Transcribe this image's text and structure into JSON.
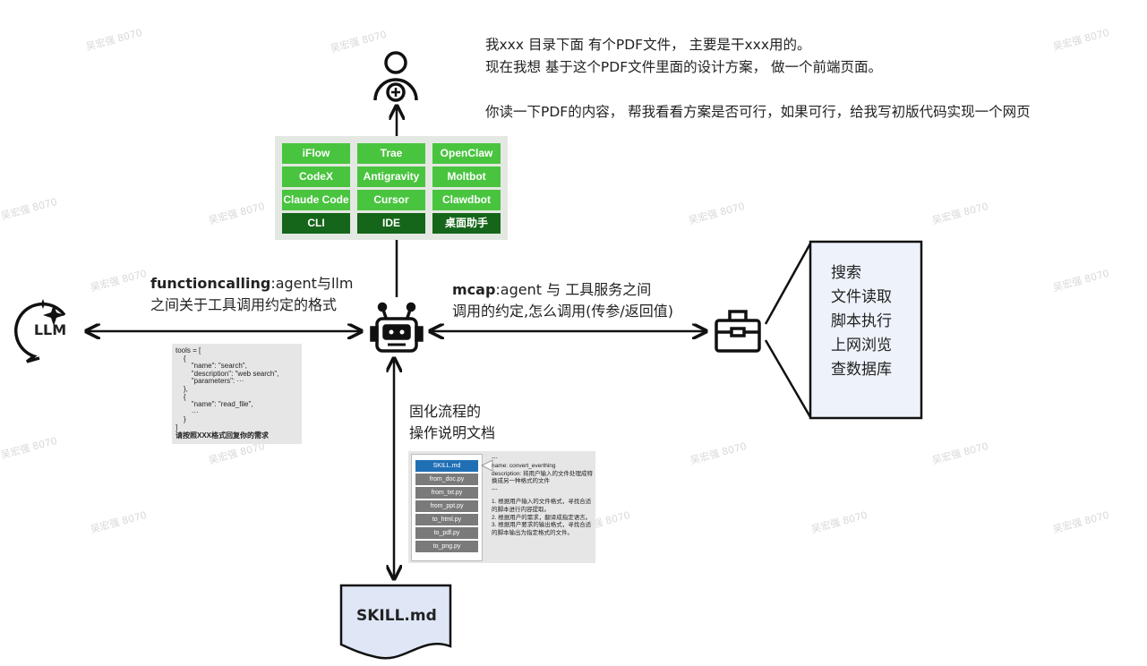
{
  "prompt": {
    "lines": [
      "我xxx 目录下面 有个PDF文件， 主要是干xxx用的。",
      "现在我想 基于这个PDF文件里面的设计方案， 做一个前端页面。",
      "",
      "你读一下PDF的内容， 帮我看看方案是否可行，如果可行，给我写初版代码实现一个网页"
    ]
  },
  "tools_grid": {
    "columns": [
      {
        "items": [
          "iFlow",
          "CodeX",
          "Claude Code"
        ],
        "category": "CLI"
      },
      {
        "items": [
          "Trae",
          "Antigravity",
          "Cursor"
        ],
        "category": "IDE"
      },
      {
        "items": [
          "OpenClaw",
          "Moltbot",
          "Clawdbot"
        ],
        "category": "桌面助手"
      }
    ]
  },
  "functioncalling": {
    "term": "functioncalling",
    "line1_rest": ":agent与llm",
    "line2": "之间关于工具调用约定的格式"
  },
  "mcap": {
    "term": "mcap",
    "line1_rest": ":agent 与 工具服务之间",
    "line2": "调用的约定,怎么调用(传参/返回值)"
  },
  "llm_icon": {
    "label": "LLM"
  },
  "code_sample": {
    "lines": [
      "tools = [",
      "    {",
      "        \"name\": \"search\",",
      "        \"description\": \"web search\",",
      "        \"parameters\": ···",
      "    },",
      "    {",
      "        \"name\": \"read_file\",",
      "        ···",
      "    }",
      "]"
    ],
    "note": "请按照XXX格式回复你的需求"
  },
  "skill_section": {
    "line1": "固化流程的",
    "line2": "操作说明文档"
  },
  "skill_panel": {
    "files": [
      "SKILL.md",
      "from_doc.py",
      "from_txt.py",
      "from_ppt.py",
      "to_html.py",
      "to_pdf.py",
      "to_png.py"
    ],
    "desc": {
      "sep1": "---",
      "name": "name:  convert_everthing",
      "d1": "description:  将用户输入的文件处理成特",
      "d2": "换成另一种格式的文件",
      "sep2": "---",
      "s1a": "1.  根据用户输入的文件格式，寻找合适",
      "s1b": "     的脚本进行内容提取。",
      "s2": "2.  根据用户的需求，翻译成指定语言。",
      "s3a": "3.  根据用户要求的输出格式，寻找合适",
      "s3b": "     的脚本输出为指定格式的文件。"
    }
  },
  "tool_box": {
    "items": [
      "搜索",
      "文件读取",
      "脚本执行",
      "上网浏览",
      "查数据库"
    ]
  },
  "skill_doc": {
    "label": "SKILL.md"
  },
  "watermark": {
    "text": "吴宏强 8070"
  },
  "icons": {
    "user": "user-plus-icon",
    "robot": "robot-icon",
    "llm": "llm-sparkle-icon",
    "toolbox": "toolbox-icon",
    "document": "document-icon"
  },
  "colors": {
    "tool_green": "#49c43f",
    "category_dark_green": "#15661a",
    "box_fill": "#eef2fb",
    "doc_fill": "#dfe7f7",
    "skill_active": "#1f6fb5"
  }
}
